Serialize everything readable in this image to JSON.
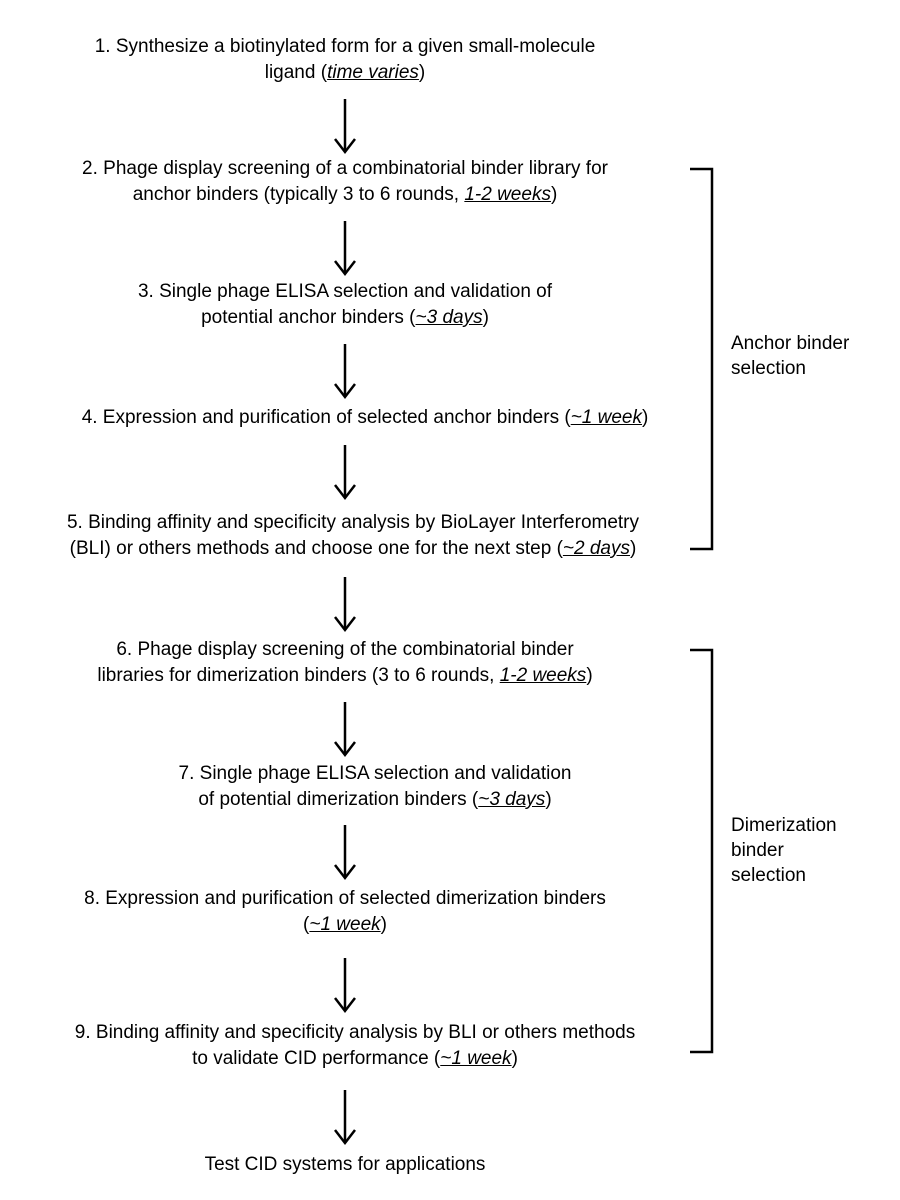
{
  "steps": [
    {
      "lines": [
        "1. Synthesize a biotinylated form for a given small-molecule",
        "ligand ("
      ],
      "time": "time varies",
      "suffix": ")"
    },
    {
      "line1": "2. Phage display screening of a combinatorial binder library for",
      "pre": "anchor binders (typically 3 to 6 rounds, ",
      "time": "1-2 weeks",
      "suffix": ")"
    },
    {
      "line1": "3. Single phage ELISA selection and validation of",
      "pre": "potential anchor binders (",
      "time": "~3 days",
      "suffix": ")"
    },
    {
      "pre": "4. Expression and purification of selected anchor binders (",
      "time": "~1 week",
      "suffix": ")"
    },
    {
      "line1": "5. Binding affinity and specificity analysis by BioLayer Interferometry",
      "pre": "(BLI) or others methods and choose one for the next step (",
      "time": "~2 days",
      "suffix": ")"
    },
    {
      "line1": "6. Phage display screening of the combinatorial binder",
      "pre": "libraries for dimerization binders (3 to 6 rounds, ",
      "time": "1-2 weeks",
      "suffix": ")"
    },
    {
      "line1": "7. Single phage ELISA selection and validation",
      "pre": "of potential dimerization binders (",
      "time": "~3 days",
      "suffix": ")"
    },
    {
      "line1": "8. Expression and purification of selected dimerization binders",
      "pre": "(",
      "time": "~1 week",
      "suffix": ")"
    },
    {
      "line1": "9. Binding affinity and specificity analysis by BLI or others methods",
      "pre": "to validate CID performance (",
      "time": "~1 week",
      "suffix": ")"
    }
  ],
  "final_step": "Test CID systems for applications",
  "groups": [
    {
      "label_lines": [
        "Anchor binder",
        "selection"
      ]
    },
    {
      "label_lines": [
        "Dimerization",
        "binder",
        "selection"
      ]
    }
  ]
}
